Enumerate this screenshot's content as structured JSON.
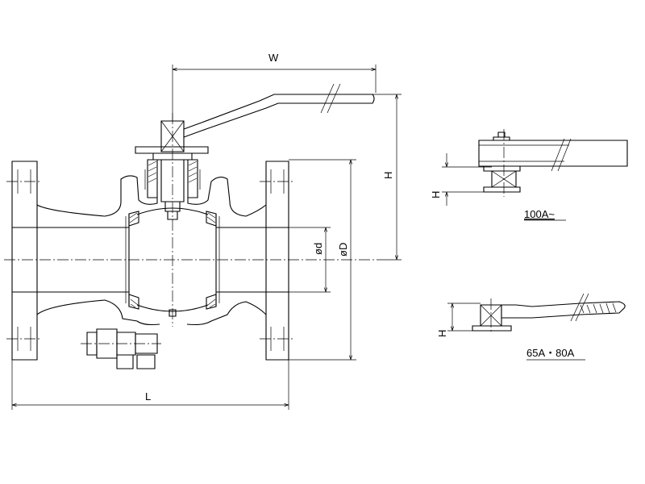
{
  "dimensions": {
    "width": "W",
    "height": "H",
    "length": "L",
    "bore": "ød",
    "flange_diameter": "øD"
  },
  "variants": [
    {
      "caption": "100A~",
      "height": "H"
    },
    {
      "caption": "65A・80A",
      "height": "H"
    }
  ]
}
